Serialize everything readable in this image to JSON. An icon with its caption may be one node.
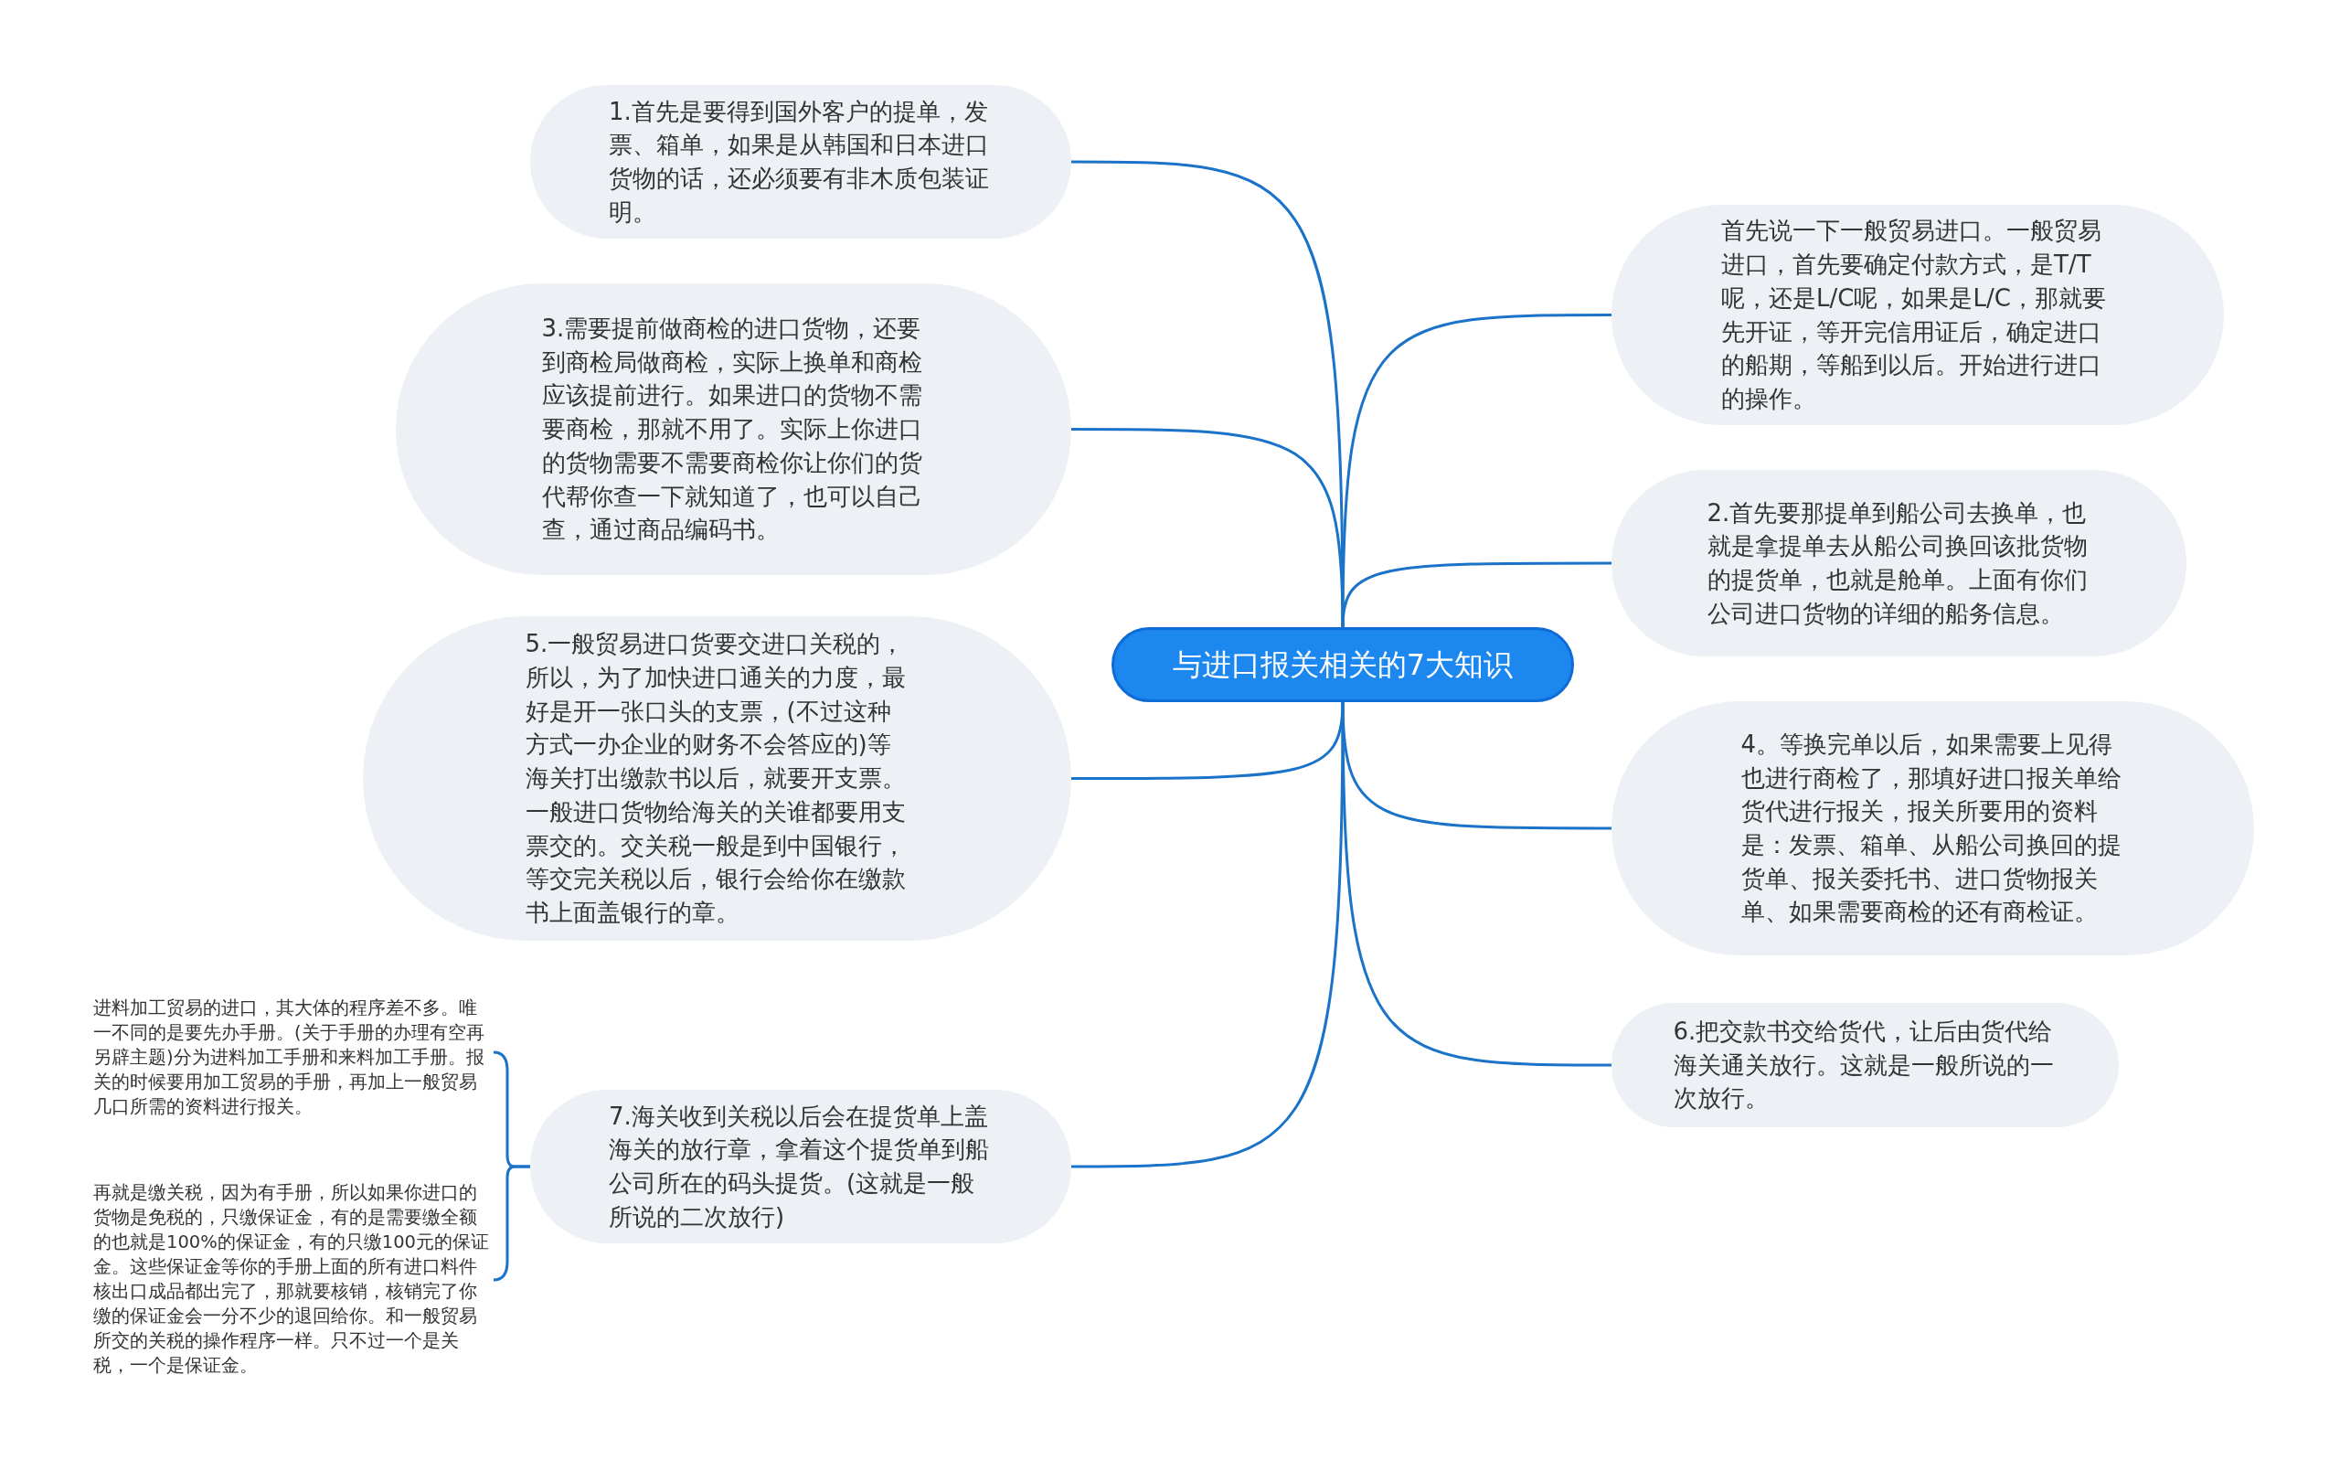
{
  "diagram": {
    "nodes": [
      {
        "text": [
          "与进口报关相关的7大知识"
        ]
      },
      {
        "text": [
          "1.首先是要得到国外客户的提单，发票、箱单，如果是从韩国和日本进口货物的话，还必须要有非木质包装证明。"
        ]
      },
      {
        "text": [
          "首先说一下一般贸易进口。一般贸易进口，首先要确定付款方式，是T/T呢，还是L/C呢，如果是L/C，那就要先开证，等开完信用证后，确定进口的船期，等船到以后。开始进行进口的操作。"
        ]
      },
      {
        "text": [
          "3.需要提前做商检的进口货物，还要到商检局做商检，实际上换单和商检应该提前进行。如果进口的货物不需要商检，那就不用了。实际上你进口的货物需要不需要商检你让你们的货代帮你查一下就知道了，也可以自己查，通过商品编码书。"
        ]
      },
      {
        "text": [
          "2.首先要那提单到船公司去换单，也就是拿提单去从船公司换回该批货物的提货单，也就是舱单。上面有你们公司进口货物的详细的船务信息。"
        ]
      },
      {
        "text": [
          "5.一般贸易进口货要交进口关税的，所以，为了加快进口通关的力度，最好是开一张口头的支票，(不过这种方式一办企业的财务不会答应的)等海关打出缴款书以后，就要开支票。一般进口货物给海关的关谁都要用支票交的。交关税一般是到中国银行，等交完关税以后，银行会给你在缴款书上面盖银行的章。"
        ]
      },
      {
        "text": [
          "4。等换完单以后，如果需要上见得也进行商检了，那填好进口报关单给货代进行报关，报关所要用的资料是：发票、箱单、从船公司换回的提货单、报关委托书、进口货物报关单、如果需要商检的还有商检证。"
        ]
      },
      {
        "text": [
          "6.把交款书交给货代，让后由货代给海关通关放行。这就是一般所说的一次放行。"
        ]
      },
      {
        "text": [
          "7.海关收到关税以后会在提货单上盖海关的放行章，拿着这个提货单到船公司所在的码头提货。(这就是一般所说的二次放行)"
        ]
      },
      {
        "text": [
          "进料加工贸易的进口，其大体的程序差不多。唯一不同的是要先办手册。(关于手册的办理有空再另辟主题)分为进料加工手册和来料加工手册。报关的时候要用加工贸易的手册，再加上一般贸易几口所需的资料进行报关。"
        ]
      },
      {
        "text": [
          "再就是缴关税，因为有手册，所以如果你进口的货物是免税的，只缴保证金，有的是需要缴全额的也就是100%的保证金，有的只缴100元的保证金。这些保证金等你的手册上面的所有进口料件核出口成品都出完了，那就要核销，核销完了你缴的保证金会一分不少的退回给你。和一般贸易所交的关税的操作程序一样。只不过一个是关税，一个是保证金。"
        ]
      }
    ],
    "edges": [
      {
        "from": 0,
        "to": 1,
        "arrow": "none"
      },
      {
        "from": 0,
        "to": 2,
        "arrow": "none"
      },
      {
        "from": 0,
        "to": 3,
        "arrow": "none"
      },
      {
        "from": 0,
        "to": 4,
        "arrow": "none"
      },
      {
        "from": 0,
        "to": 5,
        "arrow": "none"
      },
      {
        "from": 0,
        "to": 6,
        "arrow": "none"
      },
      {
        "from": 0,
        "to": 7,
        "arrow": "none"
      },
      {
        "from": 0,
        "to": 8,
        "arrow": "none"
      },
      {
        "from": 8,
        "to": 9,
        "arrow": "none"
      },
      {
        "from": 8,
        "to": 10,
        "arrow": "none"
      }
    ]
  }
}
